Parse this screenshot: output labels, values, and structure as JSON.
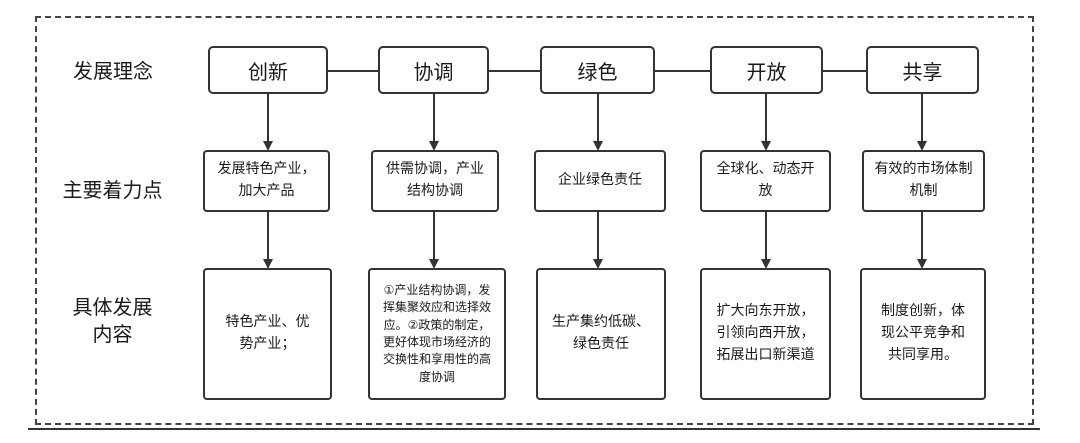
{
  "row_labels": {
    "concept": "发展理念",
    "focus": "主要着力点",
    "content_line1": "具体发展",
    "content_line2": "内容"
  },
  "columns": [
    {
      "concept": "创新",
      "focus": "发展特色产业，加大产品",
      "content": "特色产业、优势产业；"
    },
    {
      "concept": "协调",
      "focus": "供需协调，产业结构协调",
      "content": "①产业结构协调，发挥集聚效应和选择效应。②政策的制定，更好体现市场经济的交换性和享用性的高度协调"
    },
    {
      "concept": "绿色",
      "focus": "企业绿色责任",
      "content": "生产集约低碳、绿色责任"
    },
    {
      "concept": "开放",
      "focus": "全球化、动态开放",
      "content": "扩大向东开放，引领向西开放，拓展出口新渠道"
    },
    {
      "concept": "共享",
      "focus": "有效的市场体制机制",
      "content": "制度创新，体现公平竞争和共同享用。"
    }
  ]
}
